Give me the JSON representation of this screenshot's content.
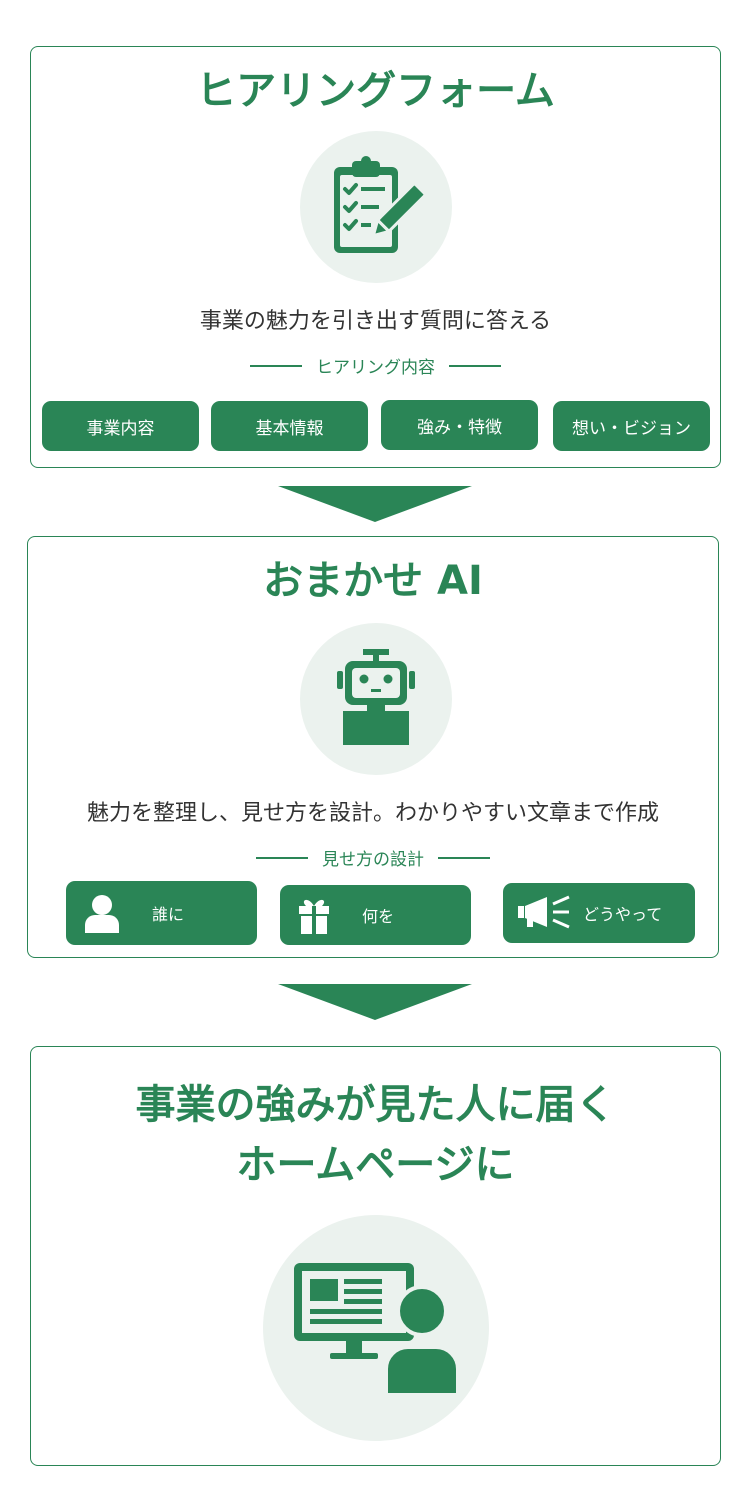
{
  "hearing": {
    "title": "ヒアリングフォーム",
    "icon": "clipboard-edit-icon",
    "description": "事業の魅力を引き出す質問に答える",
    "divider_label": "ヒアリング内容",
    "items": [
      "事業内容",
      "基本情報",
      "強み・特徴",
      "想い・ビジョン"
    ]
  },
  "ai": {
    "title": "おまかせ AI",
    "icon": "robot-icon",
    "description": "魅力を整理し、見せ方を設計。わかりやすい文章まで作成",
    "divider_label": "見せ方の設計",
    "items": [
      {
        "label": "誰に",
        "icon": "person-icon"
      },
      {
        "label": "何を",
        "icon": "gift-icon"
      },
      {
        "label": "どうやって",
        "icon": "megaphone-icon"
      }
    ]
  },
  "result": {
    "title_line1": "事業の強みが見た人に届く",
    "title_line2": "ホームページに",
    "icon": "person-at-monitor-icon"
  },
  "colors": {
    "accent": "#2a8556",
    "circle_bg": "#ebf2ee",
    "text": "#333333"
  }
}
